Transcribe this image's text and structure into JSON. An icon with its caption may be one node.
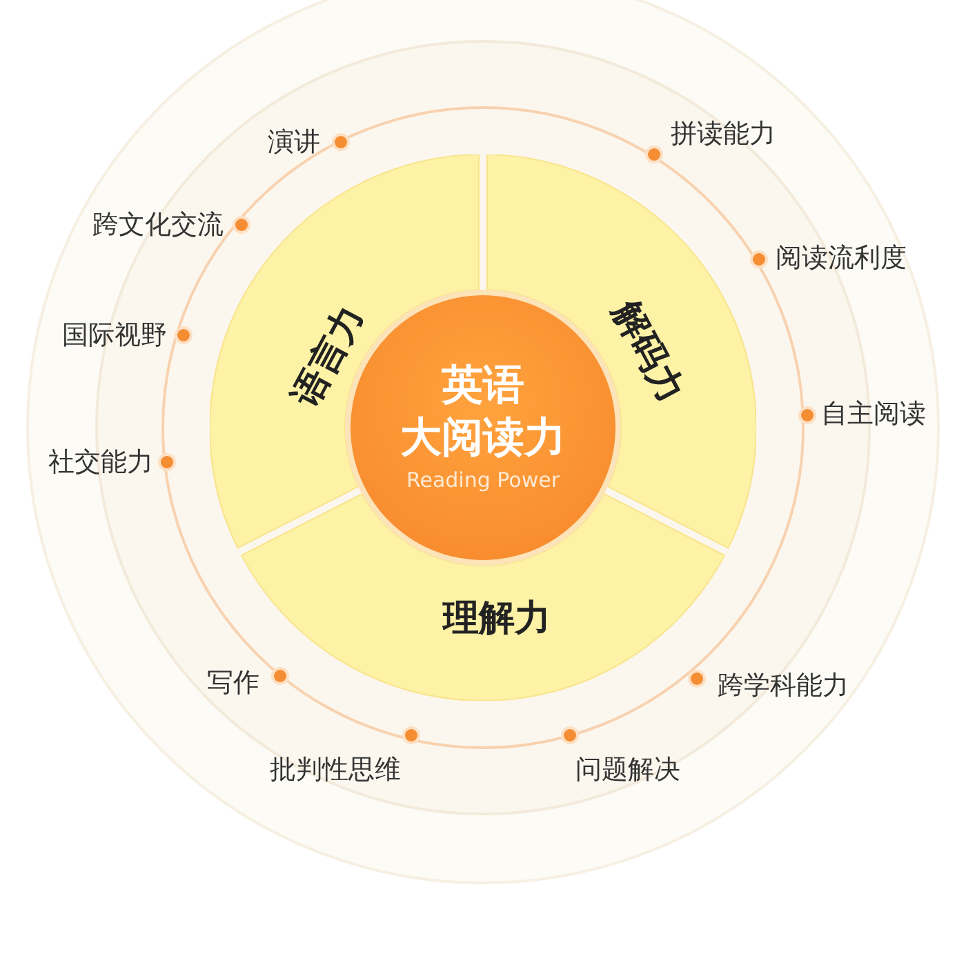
{
  "diagram": {
    "nodes": [
      {
        "text": [
          "英语",
          "大阅读力",
          "Reading Power"
        ]
      },
      {
        "text": [
          "语言力"
        ]
      },
      {
        "text": [
          "解码力"
        ]
      },
      {
        "text": [
          "理解力"
        ]
      }
    ],
    "edges": [],
    "labels": [
      "演讲",
      "拼读能力",
      "跨文化交流",
      "阅读流利度",
      "国际视野",
      "自主阅读",
      "社交能力",
      "写作",
      "跨学科能力",
      "批判性思维",
      "问题解决"
    ]
  }
}
